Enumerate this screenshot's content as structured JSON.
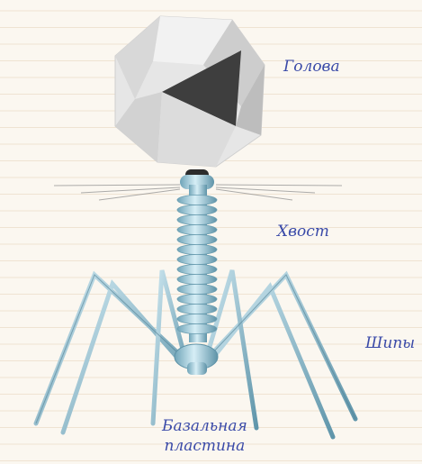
{
  "labels": {
    "head": "Голова",
    "tail": "Хвост",
    "spikes": "Шипы",
    "base_plate_line1": "Базальная",
    "base_plate_line2": "пластина"
  },
  "colors": {
    "background": "#fbf7f0",
    "ruled_line": "#efe3d2",
    "label_text": "#3a4aa8",
    "capsid_light": "#e8e8e8",
    "capsid_shadow": "#3c3c3c",
    "tail_blue": "#a9d4e3",
    "tail_dark": "#6fa4b8"
  }
}
